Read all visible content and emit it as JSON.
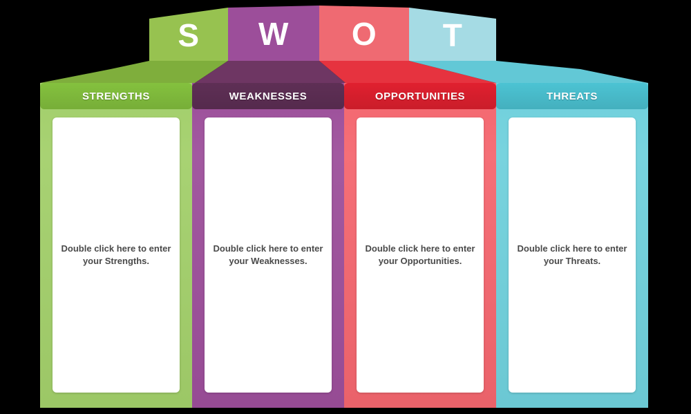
{
  "diagram": {
    "type": "swot-matrix",
    "background_color": "#000000",
    "banner": {
      "letters": [
        {
          "char": "S",
          "color": "#97c250",
          "fold_color": "#7fae3c"
        },
        {
          "char": "W",
          "color": "#9c4e9a",
          "fold_color": "#6e3663"
        },
        {
          "char": "O",
          "color": "#ef6a72",
          "fold_color": "#e6333f"
        },
        {
          "char": "T",
          "color": "#a5dbe4",
          "fold_color": "#62c8d6"
        }
      ]
    },
    "quadrants": [
      {
        "key": "strengths",
        "header": "STRENGTHS",
        "placeholder": "Double click here to enter your Strengths.",
        "header_color": "#84c13e",
        "body_color": "#a2cf6a",
        "accent_color": "#97c250"
      },
      {
        "key": "weaknesses",
        "header": "WEAKNESSES",
        "placeholder": "Double click here to enter your Weaknesses.",
        "header_color": "#5e2f55",
        "body_color": "#9c4e9a",
        "accent_color": "#9c4e9a"
      },
      {
        "key": "opportunities",
        "header": "OPPORTUNITIES",
        "placeholder": "Double click here to enter your Opportunities.",
        "header_color": "#e0202f",
        "body_color": "#f4666e",
        "accent_color": "#ef6a72"
      },
      {
        "key": "threats",
        "header": "THREATS",
        "placeholder": "Double click here to enter your Threats.",
        "header_color": "#4cc3d3",
        "body_color": "#6fd0dc",
        "accent_color": "#4cc3d3"
      }
    ]
  }
}
